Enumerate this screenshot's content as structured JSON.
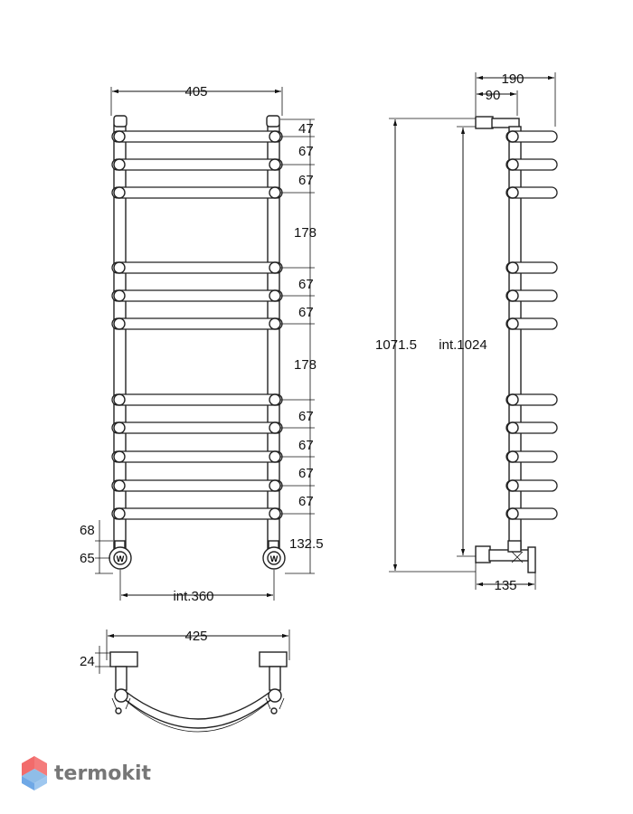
{
  "front_view": {
    "width_top": "405",
    "spacing": [
      "47",
      "67",
      "67",
      "178",
      "67",
      "67",
      "178",
      "67",
      "67",
      "67",
      "67"
    ],
    "bottom_offset": "132.5",
    "left_68": "68",
    "left_65": "65",
    "connection_center": "int.360"
  },
  "side_view": {
    "depth_total": "190",
    "depth_wall": "90",
    "height_total": "1071.5",
    "height_interaxial": "int.1024",
    "bottom_depth": "135"
  },
  "top_view": {
    "width": "425",
    "bracket": "24"
  },
  "brand": {
    "name": "termokit",
    "logo_color_top": "#f26b6b",
    "logo_color_bottom": "#6fa8e6"
  },
  "valve_mark": "W"
}
